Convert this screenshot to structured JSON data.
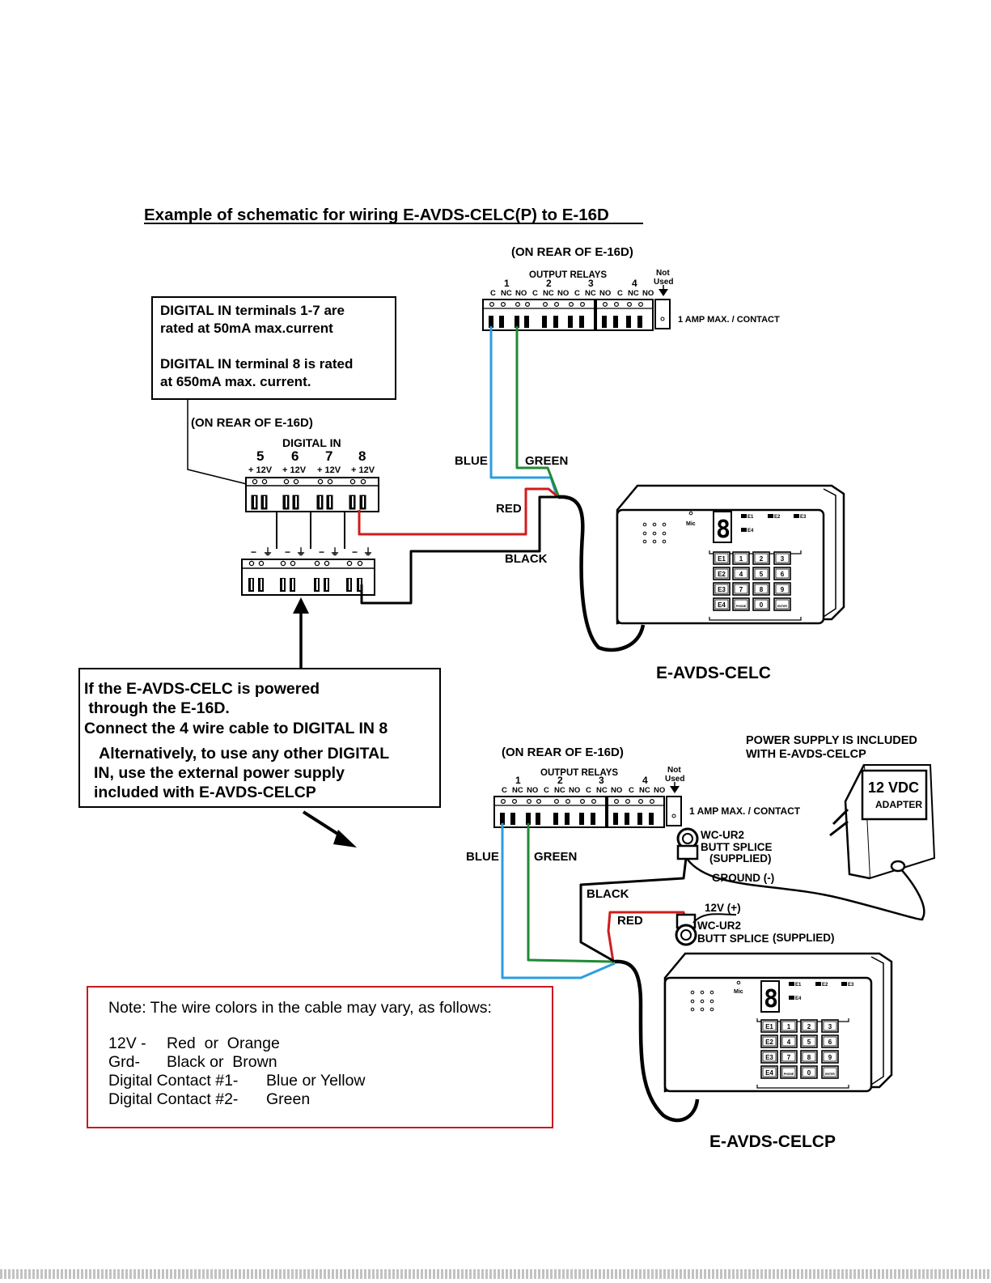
{
  "title": "Example of schematic for wiring E-AVDS-CELC(P) to E-16D",
  "ratings_box": {
    "line1": "DIGITAL IN terminals 1-7 are",
    "line2": "rated at 50mA max.current",
    "line3": "DIGITAL IN terminal 8 is rated",
    "line4": "at 650mA max. current."
  },
  "rear_label": "(ON REAR OF E-16D)",
  "digital_in": {
    "label": "DIGITAL IN",
    "numbers": [
      "5",
      "6",
      "7",
      "8"
    ],
    "plus12v": "+ 12V",
    "lower_signs": [
      "−",
      "⏚",
      "−",
      "⏚",
      "−",
      "⏚",
      "−",
      "⏚"
    ]
  },
  "relays": {
    "label": "OUTPUT RELAYS",
    "numbers": [
      "1",
      "2",
      "3",
      "4"
    ],
    "contact": [
      "C",
      "NC",
      "NO"
    ],
    "not_used_1": "Not",
    "not_used_2": "Used",
    "rating": "1 AMP MAX. / CONTACT"
  },
  "wires": {
    "blue": "BLUE",
    "green": "GREEN",
    "red": "RED",
    "black": "BLACK",
    "colors": {
      "blue": "#2a9ee0",
      "green": "#1f8a34",
      "red": "#d01c1c",
      "black": "#000000"
    }
  },
  "device": {
    "mic": "Mic",
    "indicators": [
      "E1",
      "E2",
      "E3",
      "E4"
    ],
    "keys": [
      "E1",
      "1",
      "2",
      "3",
      "E2",
      "4",
      "5",
      "6",
      "E3",
      "7",
      "8",
      "9",
      "E4",
      "PHONE",
      "0",
      "ENTER"
    ]
  },
  "celc_label": "E-AVDS-CELC",
  "celcp_label": "E-AVDS-CELCP",
  "power_box": {
    "line1": "If the E-AVDS-CELC is powered",
    "line2": " through the E-16D.",
    "line3": "Connect the 4 wire cable to DIGITAL IN 8",
    "line4": "  Alternatively, to use any other DIGITAL",
    "line5": "IN, use the external power supply",
    "line6": "included with E-AVDS-CELCP"
  },
  "psu": {
    "included_1": "POWER SUPPLY IS INCLUDED",
    "included_2": "WITH E-AVDS-CELCP",
    "voltage": "12 VDC",
    "adapter": "ADAPTER",
    "splice_name": "WC-UR2",
    "splice_type": "BUTT SPLICE",
    "splice_supplied": "(SUPPLIED)",
    "ground": "GROUND (-)",
    "plus12": "12V (+)"
  },
  "note": {
    "heading": "Note: The wire colors in the cable may vary, as follows:",
    "rows": [
      {
        "name": "12V -",
        "value": "Red  or  Orange"
      },
      {
        "name": "Grd-",
        "value": "Black or  Brown"
      },
      {
        "name": "Digital Contact #1-",
        "value": "Blue or Yellow"
      },
      {
        "name": "Digital Contact #2-",
        "value": "Green"
      }
    ]
  }
}
